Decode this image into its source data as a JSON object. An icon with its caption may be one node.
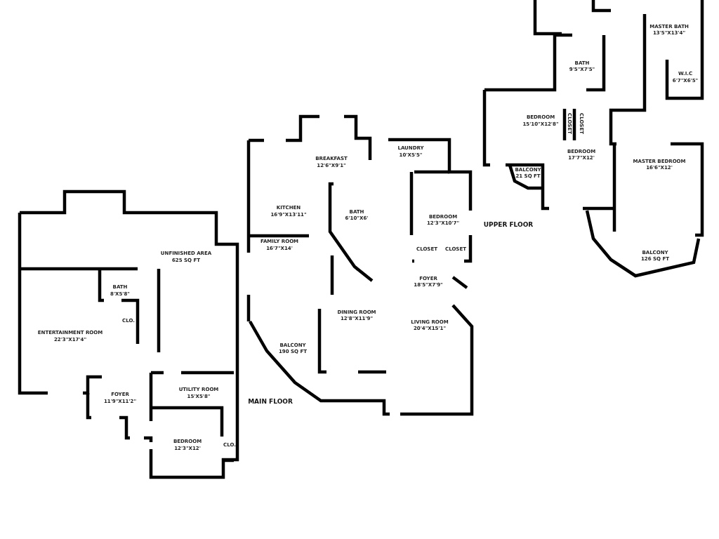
{
  "diagram": {
    "labels": [
      "UNFINISHED AREA",
      "625 SQ FT",
      "BATH",
      "8'X5'8\"",
      "CLO.",
      "ENTERTAINMENT ROOM",
      "22'3\"X17'4\"",
      "FOYER",
      "11'9\"X11'2\"",
      "UTILITY ROOM",
      "15'X5'8\"",
      "BEDROOM",
      "12'3\"X12'",
      "CLO.",
      "BREAKFAST",
      "12'6\"X9'1\"",
      "LAUNDRY",
      "10'X5'5\"",
      "KITCHEN",
      "16'9\"X13'11\"",
      "BATH",
      "6'10\"X6'",
      "BEDROOM",
      "12'3\"X10'7\"",
      "FAMILY ROOM",
      "16'7\"X14'",
      "CLOSET",
      "CLOSET",
      "FOYER",
      "18'5\"X7'9\"",
      "DINING ROOM",
      "12'8\"X11'9\"",
      "LIVING ROOM",
      "20'4\"X15'1\"",
      "BALCONY",
      "190 SQ FT",
      "MAIN FLOOR",
      "MASTER BATH",
      "13'5\"X13'4\"",
      "BATH",
      "9'5\"X7'5\"",
      "W.I.C",
      "6'7\"X6'5\"",
      "BEDROOM",
      "15'10\"X12'8\"",
      "CLOSET",
      "CLOSET",
      "BEDROOM",
      "17'7\"X12'",
      "MASTER BEDROOM",
      "16'6\"X12'",
      "BALCONY",
      "21 SQ FT",
      "UPPER FLOOR",
      "BALCONY",
      "126 SQ FT"
    ]
  }
}
